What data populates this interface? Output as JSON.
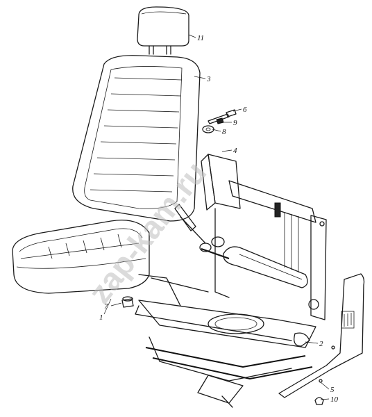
{
  "watermark": "zap-kam.ru",
  "callouts": [
    {
      "id": "c1",
      "text": "1"
    },
    {
      "id": "c2",
      "text": "2"
    },
    {
      "id": "c3",
      "text": "3"
    },
    {
      "id": "c4",
      "text": "4"
    },
    {
      "id": "c5",
      "text": "5"
    },
    {
      "id": "c6",
      "text": "6"
    },
    {
      "id": "c7",
      "text": "7"
    },
    {
      "id": "c8",
      "text": "8"
    },
    {
      "id": "c9",
      "text": "9"
    },
    {
      "id": "c10",
      "text": "10"
    },
    {
      "id": "c11",
      "text": "11"
    }
  ]
}
